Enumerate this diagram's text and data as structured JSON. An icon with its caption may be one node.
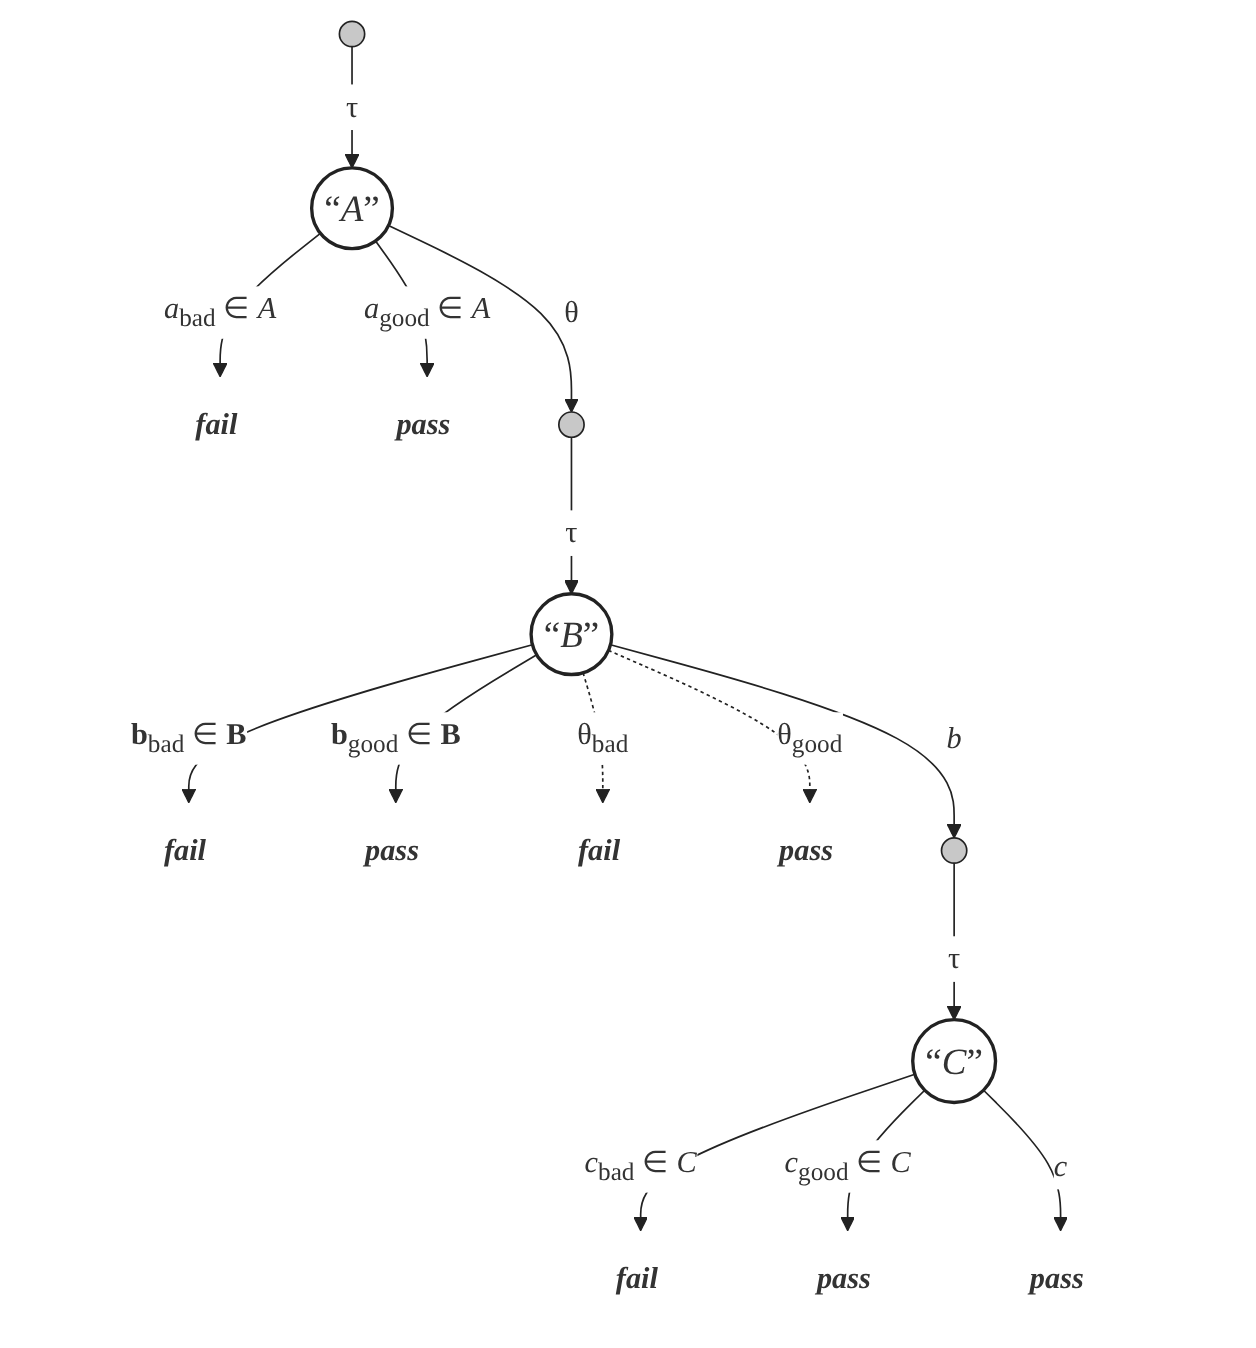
{
  "diagram": {
    "nodes": [
      {
        "text": [],
        "shape": "circle"
      },
      {
        "text": [
          "“*A*”"
        ]
      },
      {
        "text": [
          "fail"
        ]
      },
      {
        "text": [
          "pass"
        ]
      },
      {
        "text": [],
        "shape": "circle"
      },
      {
        "text": [
          "“*B*”"
        ]
      },
      {
        "text": [
          "fail"
        ]
      },
      {
        "text": [
          "pass"
        ]
      },
      {
        "text": [
          "fail"
        ]
      },
      {
        "text": [
          "pass"
        ]
      },
      {
        "text": [],
        "shape": "circle"
      },
      {
        "text": [
          "“*C*”"
        ]
      },
      {
        "text": [
          "fail"
        ]
      },
      {
        "text": [
          "pass"
        ]
      },
      {
        "text": [
          "pass"
        ]
      }
    ],
    "edges": [
      {
        "from": 0,
        "to": 1,
        "arrow": "to",
        "label": "τ"
      },
      {
        "from": 1,
        "to": 2,
        "arrow": "to",
        "label": "*a*$_{bad}$ ∈ *A*"
      },
      {
        "from": 1,
        "to": 3,
        "arrow": "to",
        "label": "*a*$_{good}$ ∈ *A*"
      },
      {
        "from": 1,
        "to": 4,
        "arrow": "to",
        "label": "θ"
      },
      {
        "from": 4,
        "to": 5,
        "arrow": "to",
        "label": "τ"
      },
      {
        "from": 5,
        "to": 6,
        "arrow": "to",
        "label": "**b**$_{bad}$ ∈ **B**"
      },
      {
        "from": 5,
        "to": 7,
        "arrow": "to",
        "label": "**b**$_{good}$ ∈ **B**"
      },
      {
        "from": 5,
        "to": 8,
        "arrow": "to",
        "label": "θ$_{bad}$",
        "style": "dashed"
      },
      {
        "from": 5,
        "to": 9,
        "arrow": "to",
        "label": "θ$_{good}$",
        "style": "dashed"
      },
      {
        "from": 5,
        "to": 10,
        "arrow": "to",
        "label": "*b*"
      },
      {
        "from": 10,
        "to": 11,
        "arrow": "to",
        "label": "τ"
      },
      {
        "from": 11,
        "to": 12,
        "arrow": "to",
        "label": "*c*$_{bad}$ ∈ *C*"
      },
      {
        "from": 11,
        "to": 13,
        "arrow": "to",
        "label": "*c*$_{good}$ ∈ *C*"
      },
      {
        "from": 11,
        "to": 14,
        "arrow": "to",
        "label": "*c*"
      }
    ]
  }
}
